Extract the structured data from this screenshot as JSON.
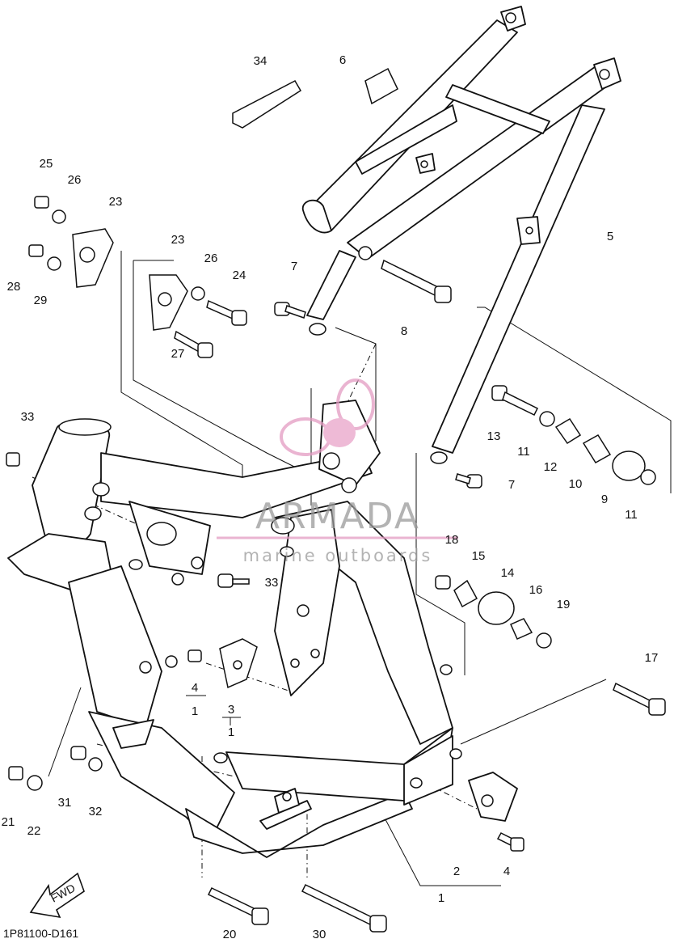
{
  "diagram": {
    "drawing_code": "1P81100-D161",
    "fwd_label": "FWD",
    "watermark": {
      "title": "ARMADA",
      "subtitle": "marine outboards"
    },
    "part_labels": [
      "34",
      "6",
      "25",
      "26",
      "23",
      "28",
      "29",
      "23",
      "26",
      "24",
      "27",
      "7",
      "8",
      "5",
      "33",
      "13",
      "11",
      "12",
      "10",
      "9",
      "11",
      "7",
      "18",
      "15",
      "14",
      "16",
      "19",
      "33",
      "4",
      "1",
      "3",
      "1",
      "17",
      "31",
      "32",
      "21",
      "22",
      "2",
      "4",
      "1",
      "20",
      "30"
    ]
  }
}
